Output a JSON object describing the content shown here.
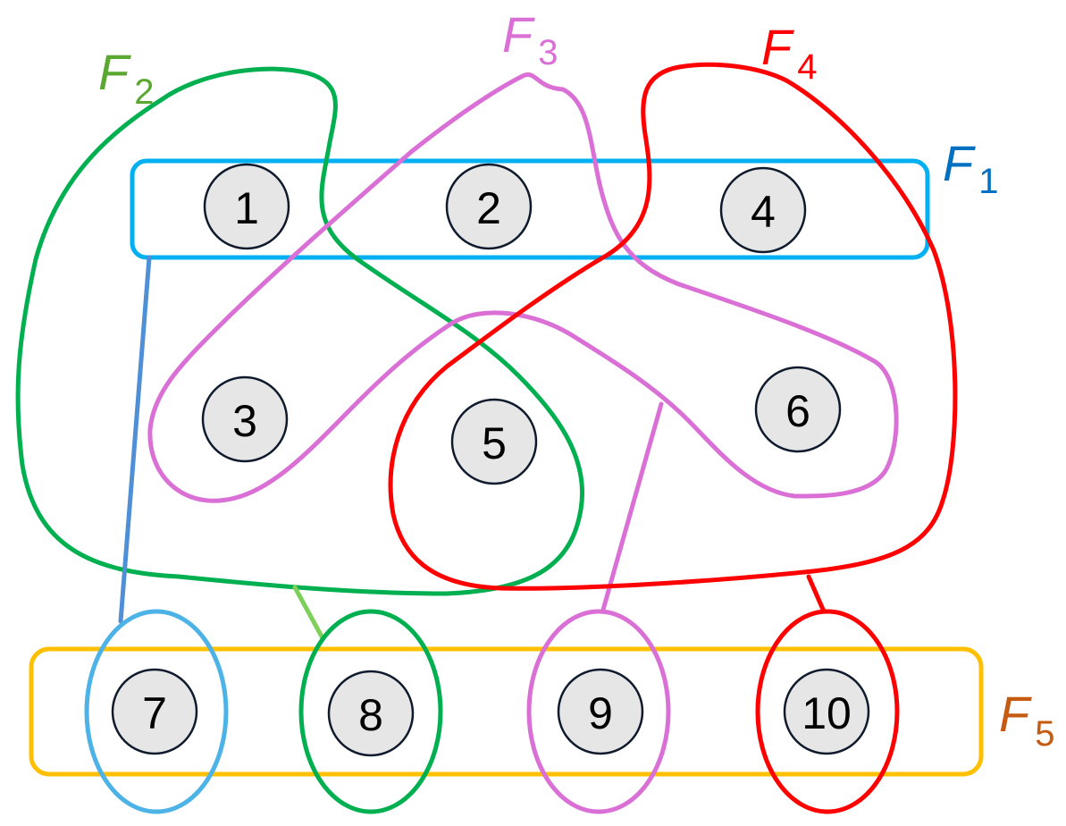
{
  "colors": {
    "F1": "#00b0f0",
    "F2": "#00b050",
    "F3": "#da70d6",
    "F4": "#ff0000",
    "F5": "#ffc000",
    "F1_label": "#0070c0",
    "F2_label": "#5aa832",
    "F3_label": "#da70d6",
    "F4_label": "#ff0000",
    "F5_label": "#c55a11",
    "oval7": "#4db3e6",
    "oval8": "#00b050",
    "oval9": "#da70d6",
    "oval10": "#ff0000",
    "link_F1": "#4f8fd6",
    "link_F2": "#7ed05a",
    "link_F3": "#da70d6",
    "link_F4": "#ff0000"
  },
  "sets": {
    "F1": {
      "letter": "F",
      "sub": "1"
    },
    "F2": {
      "letter": "F",
      "sub": "2"
    },
    "F3": {
      "letter": "F",
      "sub": "3"
    },
    "F4": {
      "letter": "F",
      "sub": "4"
    },
    "F5": {
      "letter": "F",
      "sub": "5"
    }
  },
  "nodes": {
    "n1": "1",
    "n2": "2",
    "n3": "3",
    "n4": "4",
    "n5": "5",
    "n6": "6",
    "n7": "7",
    "n8": "8",
    "n9": "9",
    "n10": "10"
  }
}
